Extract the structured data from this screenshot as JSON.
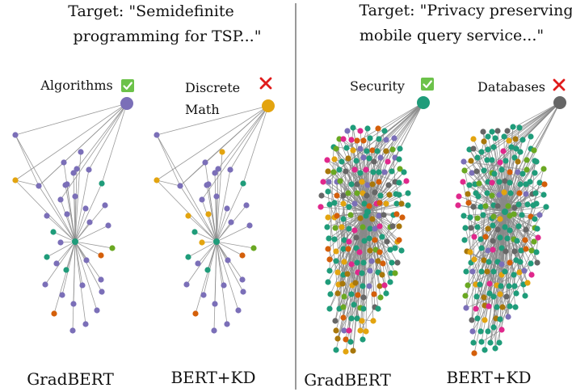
{
  "colors": {
    "purple": "#7b6fb8",
    "orange_yellow": "#e3a40f",
    "teal": "#1f9c7a",
    "dark_orange": "#d45f0a",
    "green": "#6aa822",
    "pink": "#e0288c",
    "gray": "#666666",
    "brown": "#a8770b",
    "check_green": "#6cc24a",
    "cross_red": "#e01b1b",
    "divider": "#333333"
  },
  "panels": [
    {
      "target_lines": [
        "Target: \"Semidefinite",
        "programming for TSP...\""
      ],
      "graphs": [
        {
          "model": "GradBERT",
          "predicted_class": "Algorithms",
          "class_lines": [
            "Algorithms"
          ],
          "class_color": "purple",
          "correct": true,
          "mark": "✅"
        },
        {
          "model": "BERT+KD",
          "predicted_class": "Discrete Math",
          "class_lines": [
            "Discrete",
            "Math"
          ],
          "class_color": "orange_yellow",
          "correct": false,
          "mark": "✕"
        }
      ]
    },
    {
      "target_lines": [
        "Target: \"Privacy preserving",
        "mobile query service...\""
      ],
      "graphs": [
        {
          "model": "GradBERT",
          "predicted_class": "Security",
          "class_lines": [
            "Security"
          ],
          "class_color": "teal",
          "correct": true,
          "mark": "✅"
        },
        {
          "model": "BERT+KD",
          "predicted_class": "Databases",
          "class_lines": [
            "Databases"
          ],
          "class_color": "gray",
          "correct": false,
          "mark": "✕"
        }
      ]
    }
  ]
}
